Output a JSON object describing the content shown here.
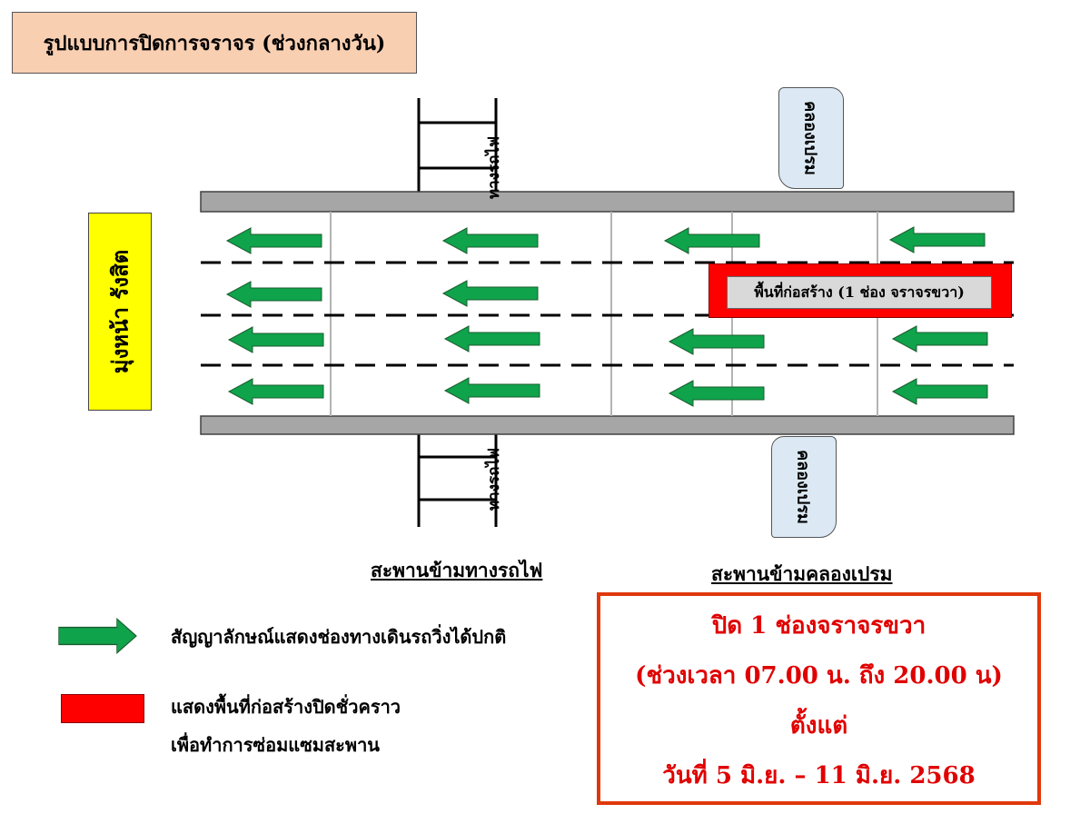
{
  "title": "รูปแบบการปิดการจราจร (ช่วงกลางวัน)",
  "direction": "มุ่งหน้า รังสิต",
  "rail_label_top": "ทางรถไฟ",
  "rail_label_bottom": "ทางรถไฟ",
  "canal_label": "คลองเปรม",
  "construction_label": "พื้นที่ก่อสร้าง (1 ช่อง จราจรขวา)",
  "bridges": {
    "rail": "สะพานข้ามทางรถไฟ",
    "canal": "สะพานข้ามคลองเปรม"
  },
  "legend": {
    "arrow_label": "สัญญาลักษณ์แสดงช่องทางเดินรถวิ่งได้ปกติ",
    "red_label_line1": "แสดงพื้นที่ก่อสร้างปิดชั่วคราว",
    "red_label_line2": "เพื่อทำการซ่อมแซมสะพาน"
  },
  "notice": {
    "line1": "ปิด 1 ช่องจราจรขวา",
    "line2": "(ช่วงเวลา 07.00 น. ถึง 20.00 น)",
    "line3": "ตั้งแต่",
    "line4": "วันที่ 5 มิ.ย. – 11 มิ.ย. 2568"
  },
  "colors": {
    "arrow": "#0fa34b",
    "construction": "#ff0000",
    "notice_text": "#e00000",
    "title_bg": "#f9cfb2",
    "direction_bg": "#ffff00",
    "road_edge": "#a6a6a6"
  }
}
